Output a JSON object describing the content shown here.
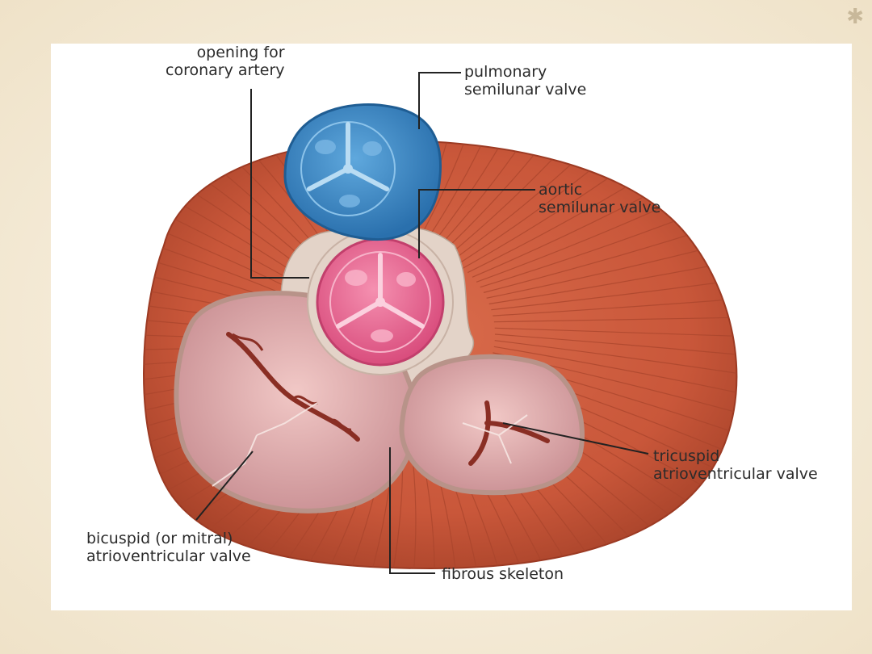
{
  "slide": {
    "corner_symbol": "✱"
  },
  "diagram": {
    "labels": {
      "coronary_opening": [
        "opening for",
        "coronary artery"
      ],
      "pulmonary_valve": [
        "pulmonary",
        "semilunar valve"
      ],
      "aortic_valve": [
        "aortic",
        "semilunar valve"
      ],
      "tricuspid_valve": [
        "tricuspid",
        "atrioventricular valve"
      ],
      "bicuspid_valve": [
        "bicuspid (or mitral)",
        "atrioventricular valve"
      ],
      "fibrous_skeleton": [
        "fibrous skeleton"
      ]
    },
    "colors": {
      "muscle": "#c9573a",
      "muscle_dark": "#9c3a23",
      "pulmonary": "#3a86c4",
      "aortic": "#e9608d",
      "av_valve": "#d9a1a4",
      "fibrous": "#e3d3c8",
      "leader_line": "#222222"
    }
  }
}
